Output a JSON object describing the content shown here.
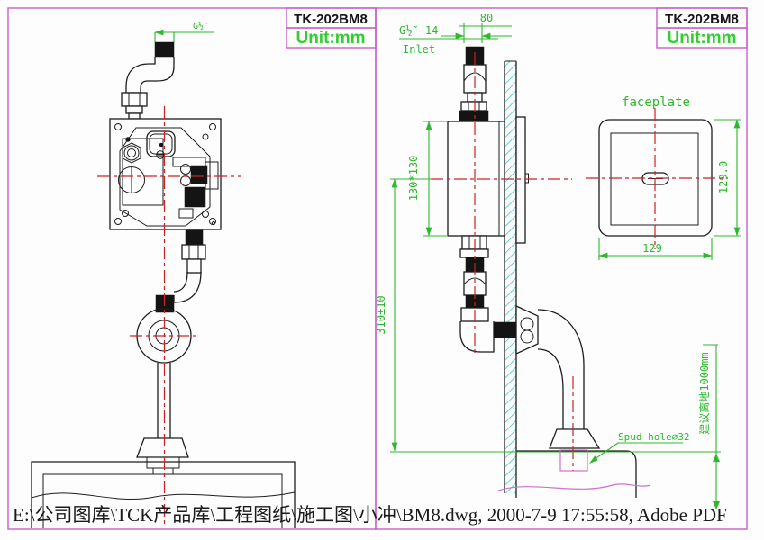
{
  "colors": {
    "panel_border": "#c75fc7",
    "annotation_green": "#2db82d",
    "unit_green": "#32cd32",
    "centerline_red": "#cc2222",
    "wall_hatch_cyan": "#43cbcb",
    "detail_magenta": "#cf6fcf",
    "line_ink": "#1d1d1d"
  },
  "title_blocks": {
    "left": {
      "model": "TK-202BM8",
      "unit": "Unit:mm"
    },
    "right": {
      "model": "TK-202BM8",
      "unit": "Unit:mm"
    }
  },
  "front_view": {
    "thread_label": "G½″"
  },
  "side_view": {
    "thread_label": "G½″-14",
    "inlet_label": "Inlet",
    "dim_offset": "80",
    "dim_box": "130*130",
    "dim_height": "310±10",
    "spud_label": "Spud hole∅32",
    "floor_note": "建议离地1000mm"
  },
  "faceplate_view": {
    "label": "faceplate",
    "dim_height": "129.0",
    "dim_width": "129"
  },
  "footer": {
    "path_text": "E:\\公司图库\\TCK产品库\\工程图纸\\施工图\\小冲\\BM8.dwg, 2000-7-9 17:55:58, Adobe PDF"
  }
}
